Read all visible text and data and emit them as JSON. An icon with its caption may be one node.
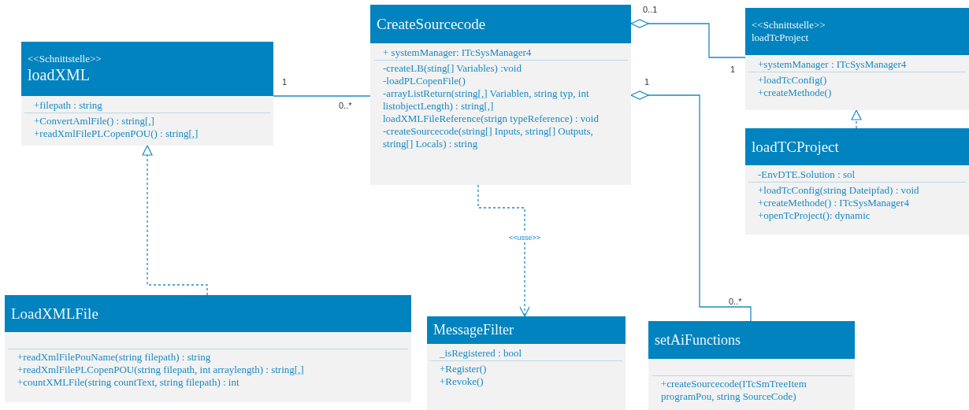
{
  "diagram": {
    "nodes": [
      {
        "text": [
          "<<Schnittstelle>>",
          "loadXML",
          "+filepath : string",
          "+ConvertAmlFile() : string[,]",
          "+readXmlFilePLCopenPOU() : string[,]"
        ]
      },
      {
        "text": [
          "CreateSourcecode",
          "+ systemManager: ITcSysManager4",
          "-createLB(sting[] Variables) :void",
          "-loadPLCopenFile()",
          "-arrayListReturn(string[,] Variablen, string typ, int listobjectLength) : string[,]",
          "loadXMLFileReference(strign typeReference) : void",
          "-createSourcecode(string[] Inputs, string[] Outputs, string[] Locals) : string"
        ]
      },
      {
        "text": [
          "<<Schnittstelle>>",
          "loadTcProject",
          "+systemManager : ITcSysManager4",
          "+loadTcConfig()",
          "+createMethode()"
        ]
      },
      {
        "text": [
          "loadTCProject",
          "-EnvDTE.Solution : sol",
          "+loadTcConfig(string Dateipfad) : void",
          "+createMethode() : ITcSysManager4",
          "+openTcProject(): dynamic"
        ]
      },
      {
        "text": [
          "LoadXMLFile",
          "+readXmlFilePouName(string filepath) : string",
          "+readXmlFilePLCopenPOU(string filepath, int arraylength) : string[,]",
          "+countXMLFile(string countText, string filepath) : int"
        ]
      },
      {
        "text": [
          "MessageFilter",
          "_isRegistered : bool",
          "+Register()",
          "+Revoke()"
        ]
      },
      {
        "text": [
          "setAiFunctions",
          "+createSourcecode(ITcSmTreeItem programPou, string SourceCode)"
        ]
      }
    ],
    "edges": [
      {
        "from": 0,
        "to": 1,
        "arrow": "none"
      },
      {
        "from": 1,
        "to": 2,
        "arrow": "other"
      },
      {
        "from": 1,
        "to": 6,
        "arrow": "other"
      },
      {
        "from": 1,
        "to": 5,
        "arrow": "to",
        "style": "dashed",
        "label": "<<usse>>"
      },
      {
        "from": 4,
        "to": 0,
        "arrow": "to",
        "style": "dashed"
      },
      {
        "from": 3,
        "to": 2,
        "arrow": "to",
        "style": "dashed"
      }
    ],
    "labels": [
      "1",
      "0..*",
      "0..1",
      "1",
      "1",
      "0..*"
    ]
  }
}
